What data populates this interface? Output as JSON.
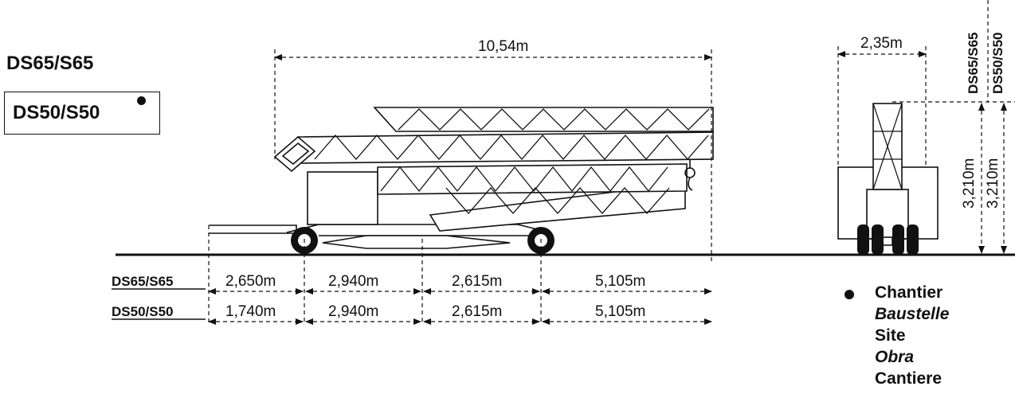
{
  "models": {
    "primary": "DS65/S65",
    "secondary": "DS50/S50"
  },
  "dimensions": {
    "overall_length": "10,54m",
    "width": "2,35m",
    "height_ds65": "3,210m",
    "height_ds50": "3,210m"
  },
  "rows": [
    {
      "label": "DS65/S65",
      "values": [
        "2,650m",
        "2,940m",
        "2,615m",
        "5,105m"
      ]
    },
    {
      "label": "DS50/S50",
      "values": [
        "1,740m",
        "2,940m",
        "2,615m",
        "5,105m"
      ]
    }
  ],
  "side_labels": {
    "ds65": "DS65/S65",
    "ds50": "DS50/S50"
  },
  "legend": {
    "items": [
      "Chantier",
      "Baustelle",
      "Site",
      "Obra",
      "Cantiere"
    ]
  }
}
